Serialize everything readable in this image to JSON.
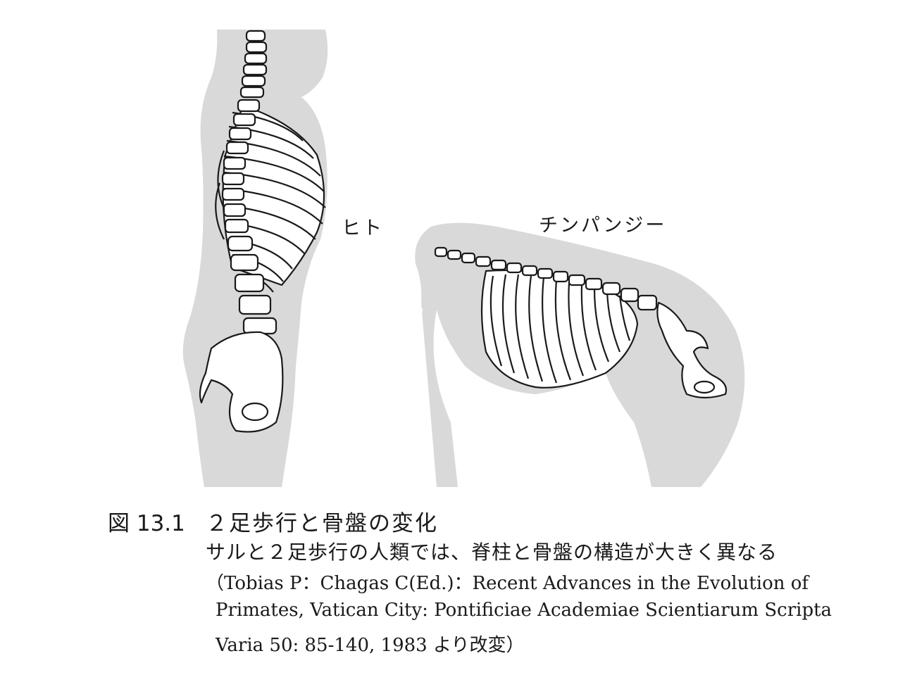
{
  "figure": {
    "labels": {
      "human": "ヒト",
      "chimpanzee": "チンパンジー"
    }
  },
  "caption": {
    "number": "図 13.1",
    "title": "２足歩行と骨盤の変化",
    "subtitle": "サルと２足歩行の人類では、脊柱と骨盤の構造が大きく異なる",
    "source_lines": [
      "（Tobias P：Chagas C(Ed.)：Recent  Advances  in  the  Evolution  of",
      "Primates, Vatican City: Pontificiae Academiae Scientiarum Scripta",
      "Varia 50: 85-140, 1983 より改変）"
    ]
  },
  "colors": {
    "silhouette": "#d9d9d9",
    "bone_fill": "#ffffff",
    "bone_stroke": "#1a1a1a"
  }
}
